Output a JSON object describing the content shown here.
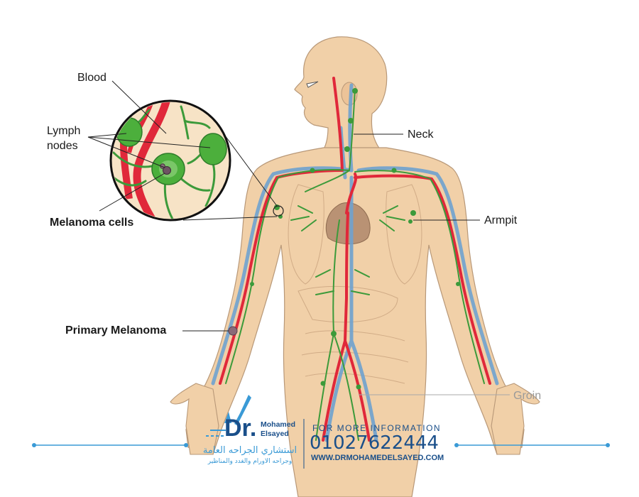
{
  "labels": {
    "blood": "Blood",
    "lymph_line1": "Lymph",
    "lymph_line2": "nodes",
    "melanoma_cells": "Melanoma cells",
    "primary_melanoma": "Primary Melanoma",
    "neck": "Neck",
    "armpit": "Armpit",
    "groin": "Groin"
  },
  "logo": {
    "dr": "Dr.",
    "name_line1": "Mohamed",
    "name_line2": "Elsayed",
    "arabic_line1": "استشاري الجراحه العامة",
    "arabic_line2": "وجراحه الاورام والغدد والمناظير"
  },
  "contact": {
    "heading": "FOR MORE INFORMATION",
    "phone": "01027622444",
    "website": "WWW.DRMOHAMEDELSAYED.COM"
  },
  "colors": {
    "skin": "#f1d0a8",
    "artery": "#e0283a",
    "vein": "#6fa2cf",
    "lymph": "#3c9a3a",
    "node": "#4caf3c",
    "brand_blue": "#1a4f8a",
    "accent_blue": "#3a9ad6"
  }
}
